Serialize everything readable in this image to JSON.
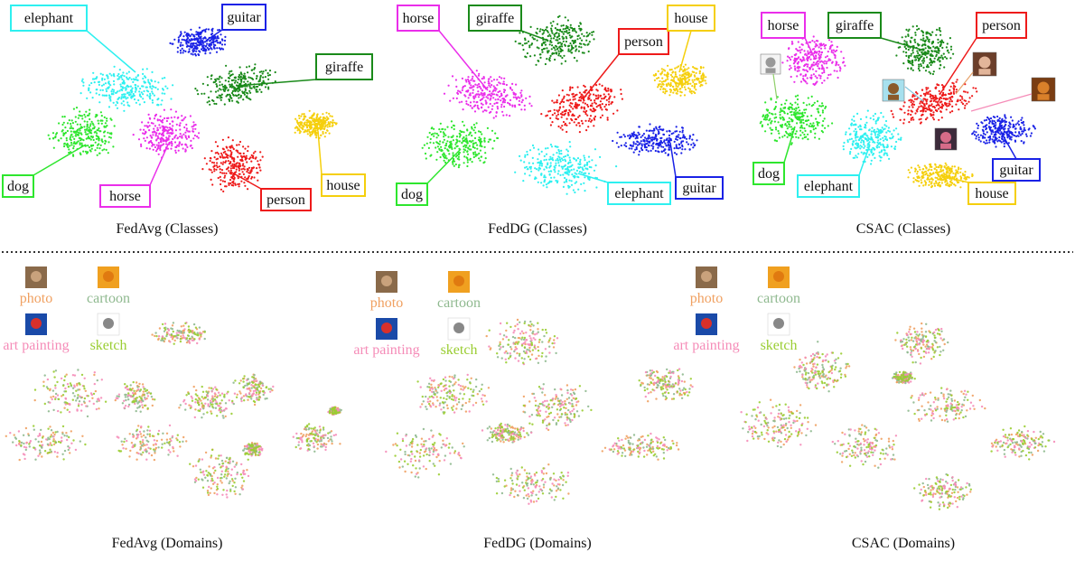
{
  "figure": {
    "top_captions": [
      "FedAvg (Classes)",
      "FedDG (Classes)",
      "CSAC (Classes)"
    ],
    "bottom_captions": [
      "FedAvg (Domains)",
      "FedDG (Domains)",
      "CSAC (Domains)"
    ]
  },
  "chart_data": [
    {
      "type": "scatter",
      "title": "FedAvg (Classes)",
      "legend": "cluster-labels",
      "series": [
        {
          "name": "elephant",
          "color": "#2ef0f0"
        },
        {
          "name": "guitar",
          "color": "#1a22e6"
        },
        {
          "name": "giraffe",
          "color": "#1a8a1a"
        },
        {
          "name": "dog",
          "color": "#2ee62e"
        },
        {
          "name": "horse",
          "color": "#ea2eea"
        },
        {
          "name": "person",
          "color": "#ee1a1a"
        },
        {
          "name": "house",
          "color": "#f5cf0c"
        }
      ]
    },
    {
      "type": "scatter",
      "title": "FedDG (Classes)",
      "legend": "cluster-labels",
      "series": [
        {
          "name": "horse",
          "color": "#ea2eea"
        },
        {
          "name": "giraffe",
          "color": "#1a8a1a"
        },
        {
          "name": "person",
          "color": "#ee1a1a"
        },
        {
          "name": "house",
          "color": "#f5cf0c"
        },
        {
          "name": "dog",
          "color": "#2ee62e"
        },
        {
          "name": "elephant",
          "color": "#2ef0f0"
        },
        {
          "name": "guitar",
          "color": "#1a22e6"
        }
      ]
    },
    {
      "type": "scatter",
      "title": "CSAC (Classes)",
      "legend": "cluster-labels",
      "series": [
        {
          "name": "horse",
          "color": "#ea2eea"
        },
        {
          "name": "giraffe",
          "color": "#1a8a1a"
        },
        {
          "name": "person",
          "color": "#ee1a1a"
        },
        {
          "name": "dog",
          "color": "#2ee62e"
        },
        {
          "name": "elephant",
          "color": "#2ef0f0"
        },
        {
          "name": "guitar",
          "color": "#1a22e6"
        },
        {
          "name": "house",
          "color": "#f5cf0c"
        }
      ]
    },
    {
      "type": "scatter",
      "title": "FedAvg (Domains)",
      "legend": "top-left",
      "series": [
        {
          "name": "photo",
          "color": "#f0a060"
        },
        {
          "name": "cartoon",
          "color": "#8fb98f"
        },
        {
          "name": "art painting",
          "color": "#f58cb8"
        },
        {
          "name": "sketch",
          "color": "#9acd32"
        }
      ]
    },
    {
      "type": "scatter",
      "title": "FedDG (Domains)",
      "legend": "top-left",
      "series": [
        {
          "name": "photo",
          "color": "#f0a060"
        },
        {
          "name": "cartoon",
          "color": "#8fb98f"
        },
        {
          "name": "art painting",
          "color": "#f58cb8"
        },
        {
          "name": "sketch",
          "color": "#9acd32"
        }
      ]
    },
    {
      "type": "scatter",
      "title": "CSAC (Domains)",
      "legend": "top-left",
      "series": [
        {
          "name": "photo",
          "color": "#f0a060"
        },
        {
          "name": "cartoon",
          "color": "#8fb98f"
        },
        {
          "name": "art painting",
          "color": "#f58cb8"
        },
        {
          "name": "sketch",
          "color": "#9acd32"
        }
      ]
    }
  ]
}
